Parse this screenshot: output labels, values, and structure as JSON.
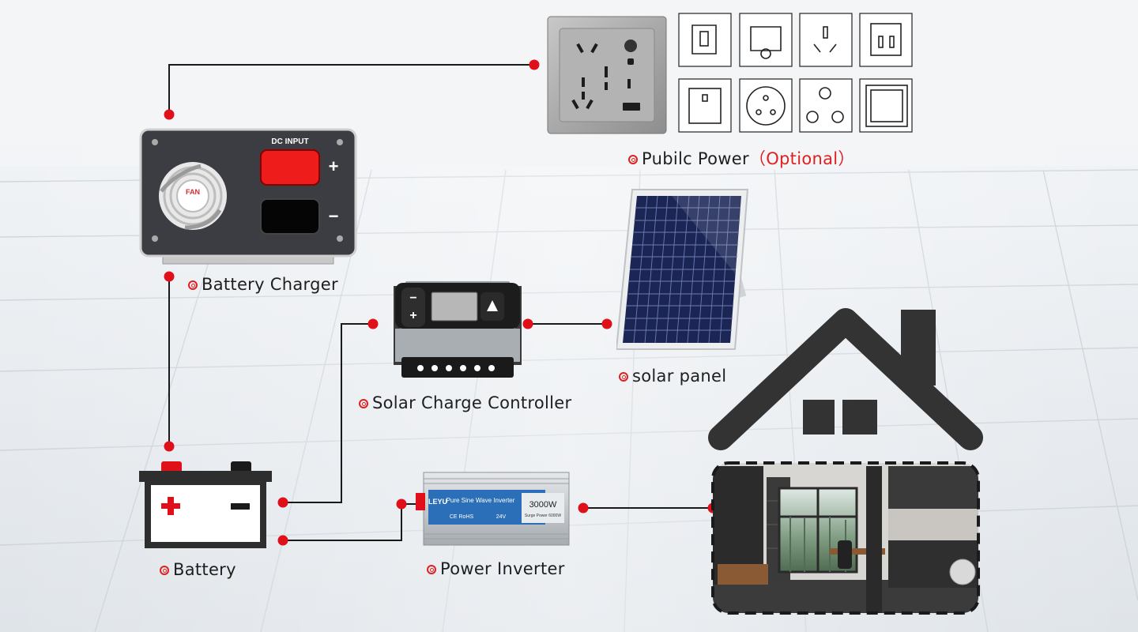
{
  "labels": {
    "public_power": "Pubilc Power",
    "public_power_optional": "（Optional）",
    "battery_charger": "Battery Charger",
    "solar_charge_controller": "Solar Charge Controller",
    "solar_panel": "solar panel",
    "battery": "Battery",
    "power_inverter": "Power Inverter"
  },
  "charger_panel": {
    "dc_input": "DC INPUT",
    "fan": "FAN",
    "plus": "+",
    "minus": "−"
  },
  "inverter_panel": {
    "brand": "LEYU",
    "title": "Pure Sine Wave Inverter",
    "wattage": "3000W",
    "certs": "CE RoHS",
    "voltage": "24V",
    "surge": "Surge Power 6000W"
  },
  "colors": {
    "accent": "#e0101a",
    "wire": "#1a1a1a",
    "roof": "#333333"
  }
}
